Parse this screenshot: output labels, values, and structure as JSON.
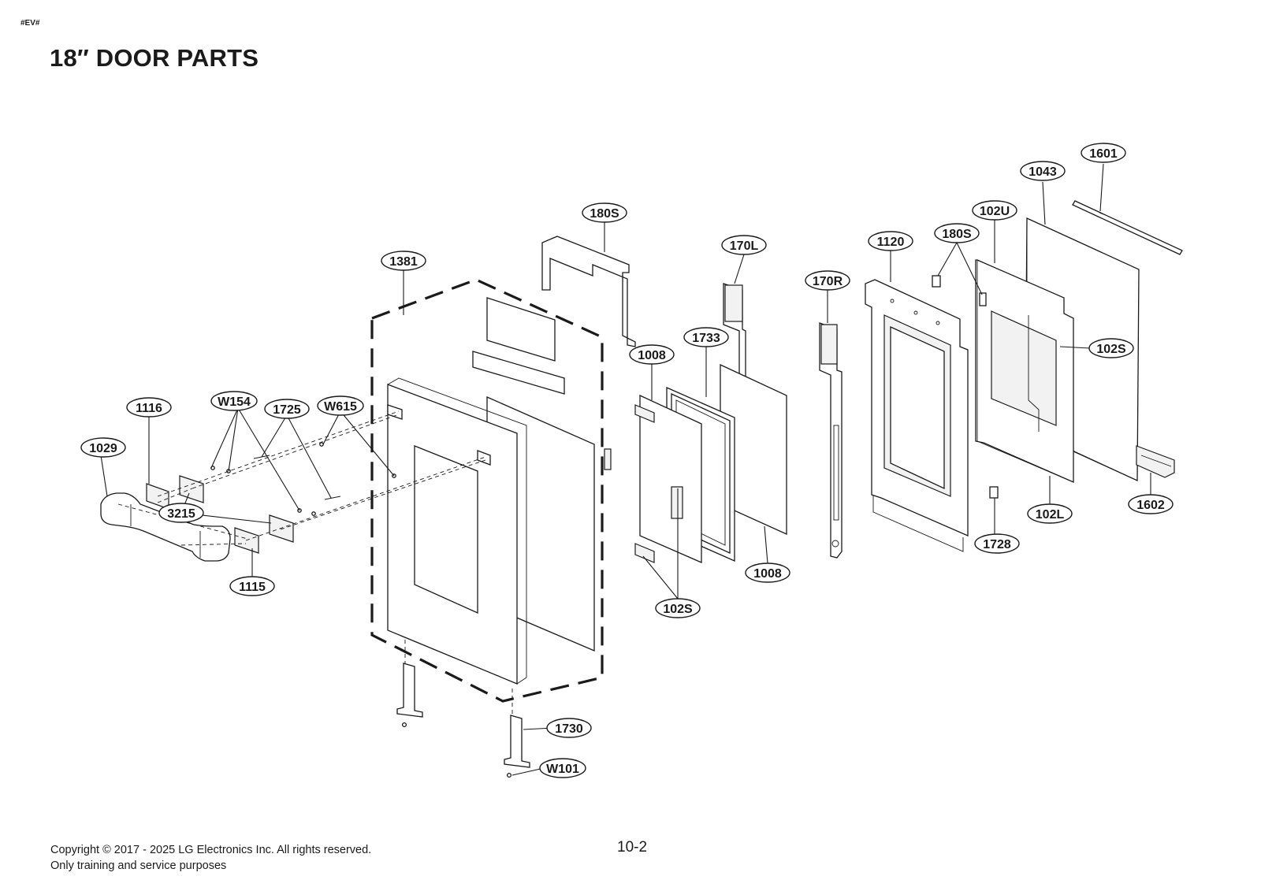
{
  "header": {
    "tag": "#EV#",
    "title": "18″ DOOR PARTS"
  },
  "callouts": [
    {
      "id": "c1601",
      "label": "1601"
    },
    {
      "id": "c1043",
      "label": "1043"
    },
    {
      "id": "c102U",
      "label": "102U"
    },
    {
      "id": "c180S_a",
      "label": "180S"
    },
    {
      "id": "c180S_b",
      "label": "180S"
    },
    {
      "id": "c1120",
      "label": "1120"
    },
    {
      "id": "c170L",
      "label": "170L"
    },
    {
      "id": "c170R",
      "label": "170R"
    },
    {
      "id": "c1381",
      "label": "1381"
    },
    {
      "id": "c1733",
      "label": "1733"
    },
    {
      "id": "c1008_a",
      "label": "1008"
    },
    {
      "id": "c1008_b",
      "label": "1008"
    },
    {
      "id": "c102S_a",
      "label": "102S"
    },
    {
      "id": "c102S_b",
      "label": "102S"
    },
    {
      "id": "c1116",
      "label": "1116"
    },
    {
      "id": "cW154",
      "label": "W154"
    },
    {
      "id": "c1725",
      "label": "1725"
    },
    {
      "id": "cW615",
      "label": "W615"
    },
    {
      "id": "c1029",
      "label": "1029"
    },
    {
      "id": "c3215",
      "label": "3215"
    },
    {
      "id": "c1115",
      "label": "1115"
    },
    {
      "id": "c1730",
      "label": "1730"
    },
    {
      "id": "cW101",
      "label": "W101"
    },
    {
      "id": "c1728",
      "label": "1728"
    },
    {
      "id": "c102L",
      "label": "102L"
    },
    {
      "id": "c1602",
      "label": "1602"
    }
  ],
  "footer": {
    "copyright": "Copyright © 2017 - 2025 LG Electronics Inc. All rights reserved.",
    "purpose": "Only training and service purposes",
    "page_number": "10-2"
  }
}
